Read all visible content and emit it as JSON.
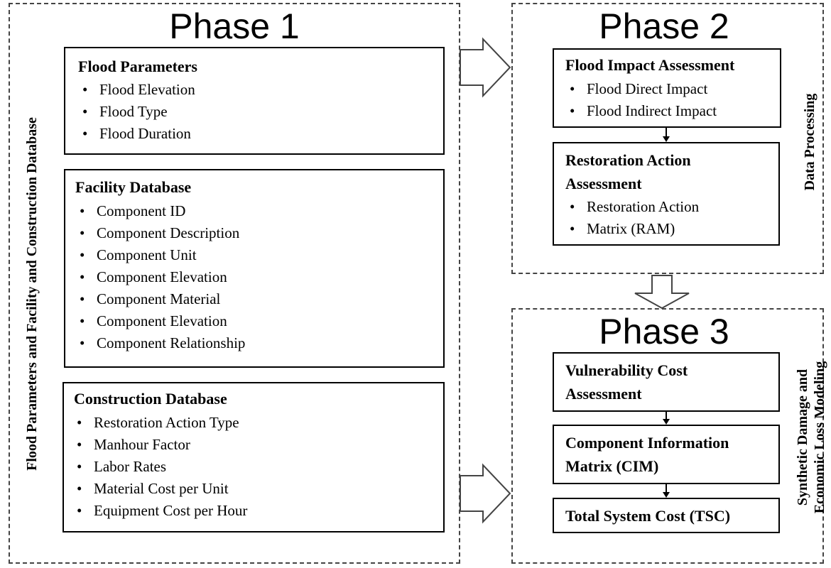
{
  "phase1": {
    "title": "Phase 1",
    "side_label": "Flood Parameters and Facility and Construction Database",
    "flood_parameters": {
      "header": "Flood Parameters",
      "items": [
        "Flood Elevation",
        "Flood Type",
        "Flood Duration"
      ]
    },
    "facility_database": {
      "header": "Facility Database",
      "items": [
        "Component ID",
        "Component Description",
        "Component Unit",
        "Component Elevation",
        "Component Material",
        "Component Elevation",
        "Component Relationship"
      ]
    },
    "construction_database": {
      "header": "Construction Database",
      "items": [
        "Restoration Action Type",
        "Manhour Factor",
        "Labor Rates",
        "Material Cost per Unit",
        "Equipment Cost per Hour"
      ]
    }
  },
  "phase2": {
    "title": "Phase 2",
    "side_label": "Data Processing",
    "flood_impact": {
      "header": "Flood Impact Assessment",
      "items": [
        "Flood Direct Impact",
        "Flood Indirect Impact"
      ]
    },
    "restoration": {
      "header_line1": "Restoration Action",
      "header_line2": "Assessment",
      "item_line1": "Restoration Action",
      "item_line2": "Matrix (RAM)"
    }
  },
  "phase3": {
    "title": "Phase 3",
    "side_label_line1": "Synthetic Damage and",
    "side_label_line2": "Economic Loss Modeling",
    "vulnerability": {
      "line1": "Vulnerability Cost",
      "line2": "Assessment"
    },
    "cim": {
      "line1": "Component Information",
      "line2": "Matrix (CIM)"
    },
    "tsc": {
      "label": "Total System Cost (TSC)"
    }
  }
}
